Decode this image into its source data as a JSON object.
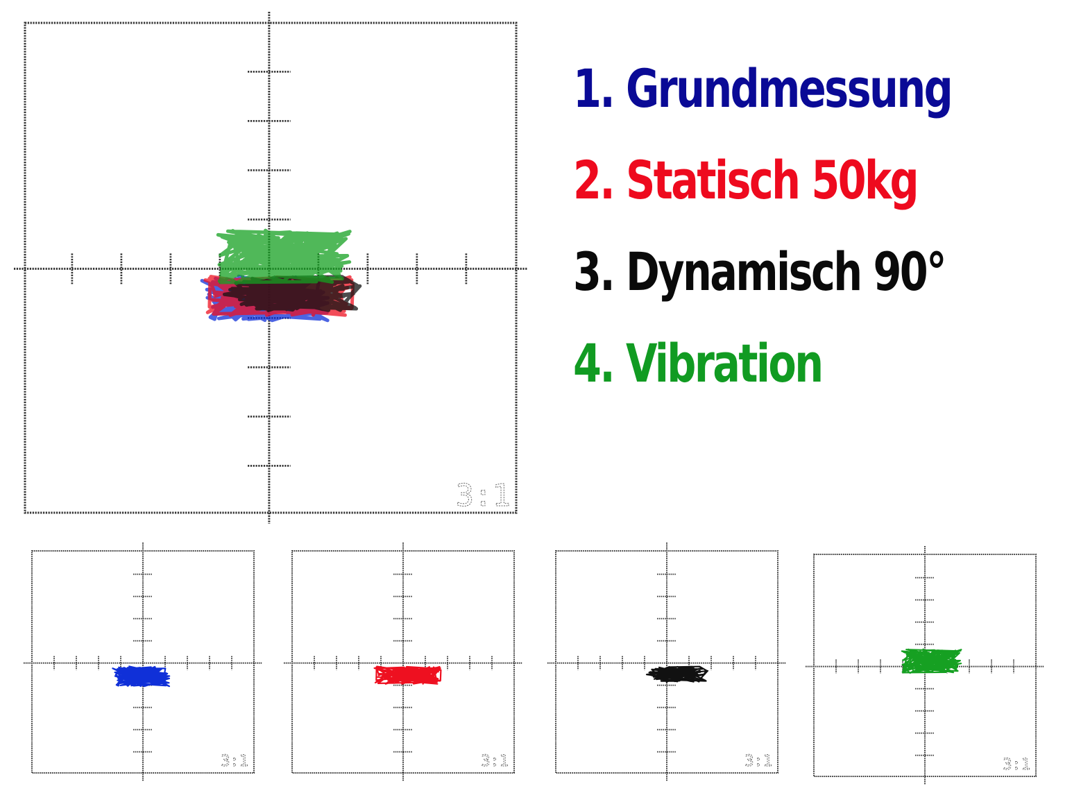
{
  "legend": {
    "items": [
      {
        "label": "1. Grundmessung",
        "color": "#0a0a96"
      },
      {
        "label": "2. Statisch 50kg",
        "color": "#ee0a1e"
      },
      {
        "label": "3. Dynamisch 90°",
        "color": "#0a0a0a"
      },
      {
        "label": "4. Vibration",
        "color": "#119b22"
      }
    ]
  },
  "chart_data": {
    "type": "scatter",
    "description_mode": "stabilometry trace plots; axes unlabeled, ticks unlabeled",
    "scale_label": "3:1",
    "grid": false,
    "xlim": [
      -5,
      5
    ],
    "ylim": [
      -5,
      5
    ],
    "series": [
      {
        "name": "1. Grundmessung",
        "color": "#1030d8",
        "center": [
          -0.1,
          -0.6
        ],
        "spread": [
          1.3,
          0.45
        ]
      },
      {
        "name": "2. Statisch 50kg",
        "color": "#ee1020",
        "center": [
          0.2,
          -0.55
        ],
        "spread": [
          1.5,
          0.4
        ]
      },
      {
        "name": "3. Dynamisch 90°",
        "color": "#111111",
        "center": [
          0.45,
          -0.5
        ],
        "spread": [
          1.4,
          0.35
        ]
      },
      {
        "name": "4. Vibration",
        "color": "#16a022",
        "center": [
          0.3,
          0.25
        ],
        "spread": [
          1.35,
          0.55
        ]
      }
    ]
  }
}
